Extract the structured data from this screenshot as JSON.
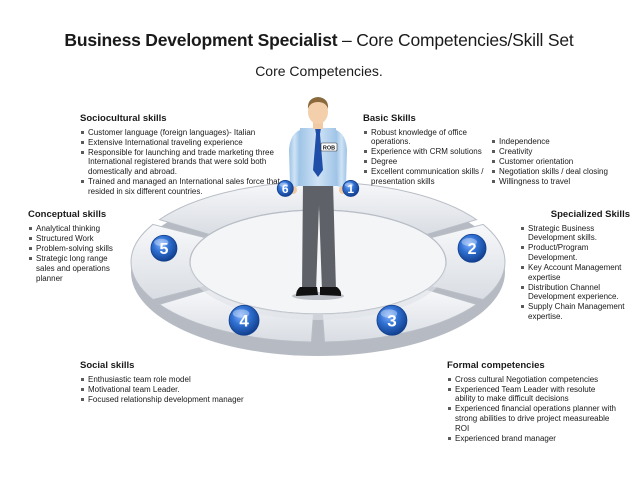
{
  "title": {
    "bold": "Business Development Specialist",
    "rest": " – Core Competencies/Skill Set"
  },
  "subtitle": "Core Competencies.",
  "figure": {
    "badge": "ROB"
  },
  "sociocultural": {
    "heading": "Sociocultural skills",
    "items": [
      "Customer language (foreign languages)- Italian",
      "Extensive International traveling experience",
      "Responsible for launching and trade marketing three International registered brands that were sold both domestically and abroad.",
      "Trained and managed an International sales force that resided in six different countries."
    ]
  },
  "basic": {
    "heading": "Basic Skills",
    "items": [
      "Robust knowledge of office operations.",
      "Experience with CRM solutions",
      "Degree",
      "Excellent communication skills / presentation skills"
    ]
  },
  "basic_extra": {
    "items": [
      "Independence",
      "Creativity",
      "Customer orientation",
      "Negotiation skills / deal closing",
      "Willingness to travel"
    ]
  },
  "conceptual": {
    "heading": "Conceptual skills",
    "items": [
      "Analytical thinking",
      "Structured Work",
      "Problem-solving skills",
      "Strategic long range"
    ],
    "tail": "sales and operations planner"
  },
  "specialized": {
    "heading": "Specialized Skills",
    "items": [
      "Strategic Business Development skills.",
      "Product/Program Development.",
      "Key Account Management expertise",
      "Distribution Channel Development experience.",
      "Supply Chain Management expertise."
    ]
  },
  "social": {
    "heading": "Social skills",
    "items": [
      "Enthusiastic team role model",
      "Motivational team Leader.",
      "Focused relationship development manager"
    ]
  },
  "formal": {
    "heading": "Formal competencies",
    "items": [
      "Cross cultural Negotiation competencies",
      "Experienced Team Leader with resolute ability to make difficult decisions",
      "Experienced financial operations planner with strong abilities to drive project measureable ROI",
      "Experienced brand manager"
    ]
  },
  "ring": {
    "badges": [
      {
        "label": "1"
      },
      {
        "label": "2"
      },
      {
        "label": "3"
      },
      {
        "label": "4"
      },
      {
        "label": "5"
      },
      {
        "label": "6"
      }
    ],
    "colors": {
      "segment": "#e9ebee",
      "segment_edge": "#b9bec6",
      "badge": "#2f6fd0",
      "badge_dark": "#123f8f"
    }
  }
}
